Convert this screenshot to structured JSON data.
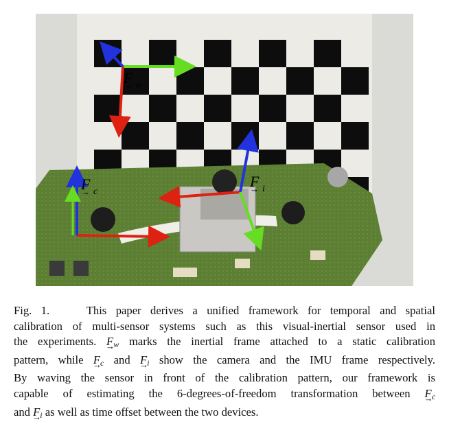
{
  "figure": {
    "frame_labels": {
      "world": {
        "symbol": "F",
        "sub": "w"
      },
      "camera": {
        "symbol": "F",
        "sub": "c"
      },
      "imu": {
        "symbol": "F",
        "sub": "i"
      }
    },
    "axis_colors": {
      "x": "#dd2211",
      "y": "#66dd22",
      "z": "#2233dd"
    }
  },
  "caption": {
    "label": "Fig. 1.",
    "l1": "This paper derives a unified framework for temporal and spatial",
    "l2": "calibration of multi-sensor systems such as this visual-inertial sensor used in",
    "l3a": "the experiments.",
    "l3b": "marks the inertial frame attached to a static calibration",
    "l4a": "pattern, while",
    "l4b": "and",
    "l4c": "show the camera and the IMU frame respectively.",
    "l5": "By waving the sensor in front of the calibration pattern, our framework is",
    "l6": "capable of estimating the 6-degrees-of-freedom transformation between",
    "l7a": "and",
    "l7b": "as well as time offset between the two devices.",
    "sym": "F",
    "sub_w": "w",
    "sub_c": "c",
    "sub_i": "i"
  }
}
